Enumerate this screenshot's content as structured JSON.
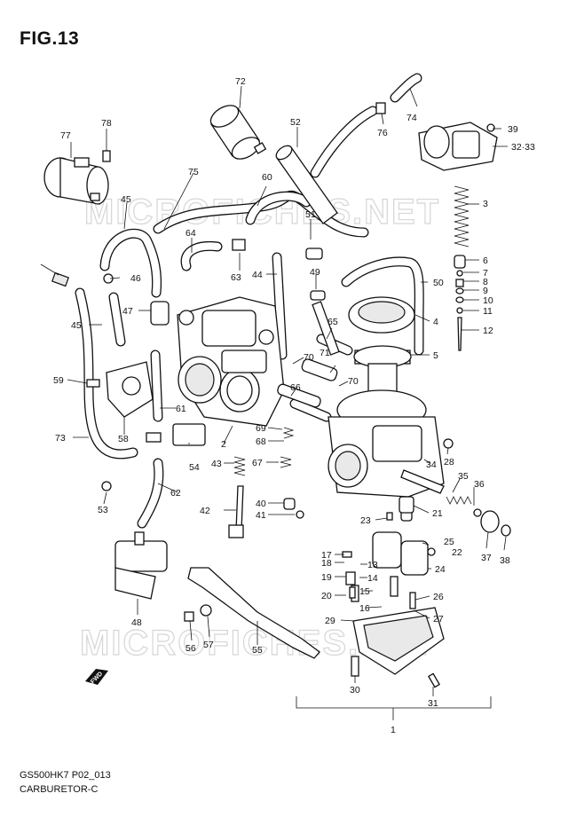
{
  "figure": {
    "title": "FIG.13",
    "code": "GS500HK7 P02_013",
    "name": "CARBURETOR-C",
    "watermark": "MICROFICHES.NET",
    "fwd_label": "FWD"
  },
  "callouts": [
    "1",
    "2",
    "3",
    "4",
    "5",
    "6",
    "7",
    "8",
    "9",
    "10",
    "11",
    "12",
    "13",
    "14",
    "15",
    "16",
    "17",
    "18",
    "19",
    "20",
    "21",
    "22",
    "23",
    "24",
    "25",
    "26",
    "27",
    "28",
    "29",
    "30",
    "31",
    "32·33",
    "34",
    "35",
    "36",
    "37",
    "38",
    "39",
    "40",
    "41",
    "42",
    "43",
    "44",
    "45",
    "45",
    "46",
    "47",
    "48",
    "49",
    "50",
    "51",
    "52",
    "53",
    "54",
    "55",
    "56",
    "57",
    "58",
    "59",
    "60",
    "61",
    "62",
    "63",
    "64",
    "65",
    "66",
    "67",
    "68",
    "69",
    "70",
    "70",
    "71",
    "72",
    "73",
    "74",
    "75",
    "76",
    "77",
    "78"
  ]
}
